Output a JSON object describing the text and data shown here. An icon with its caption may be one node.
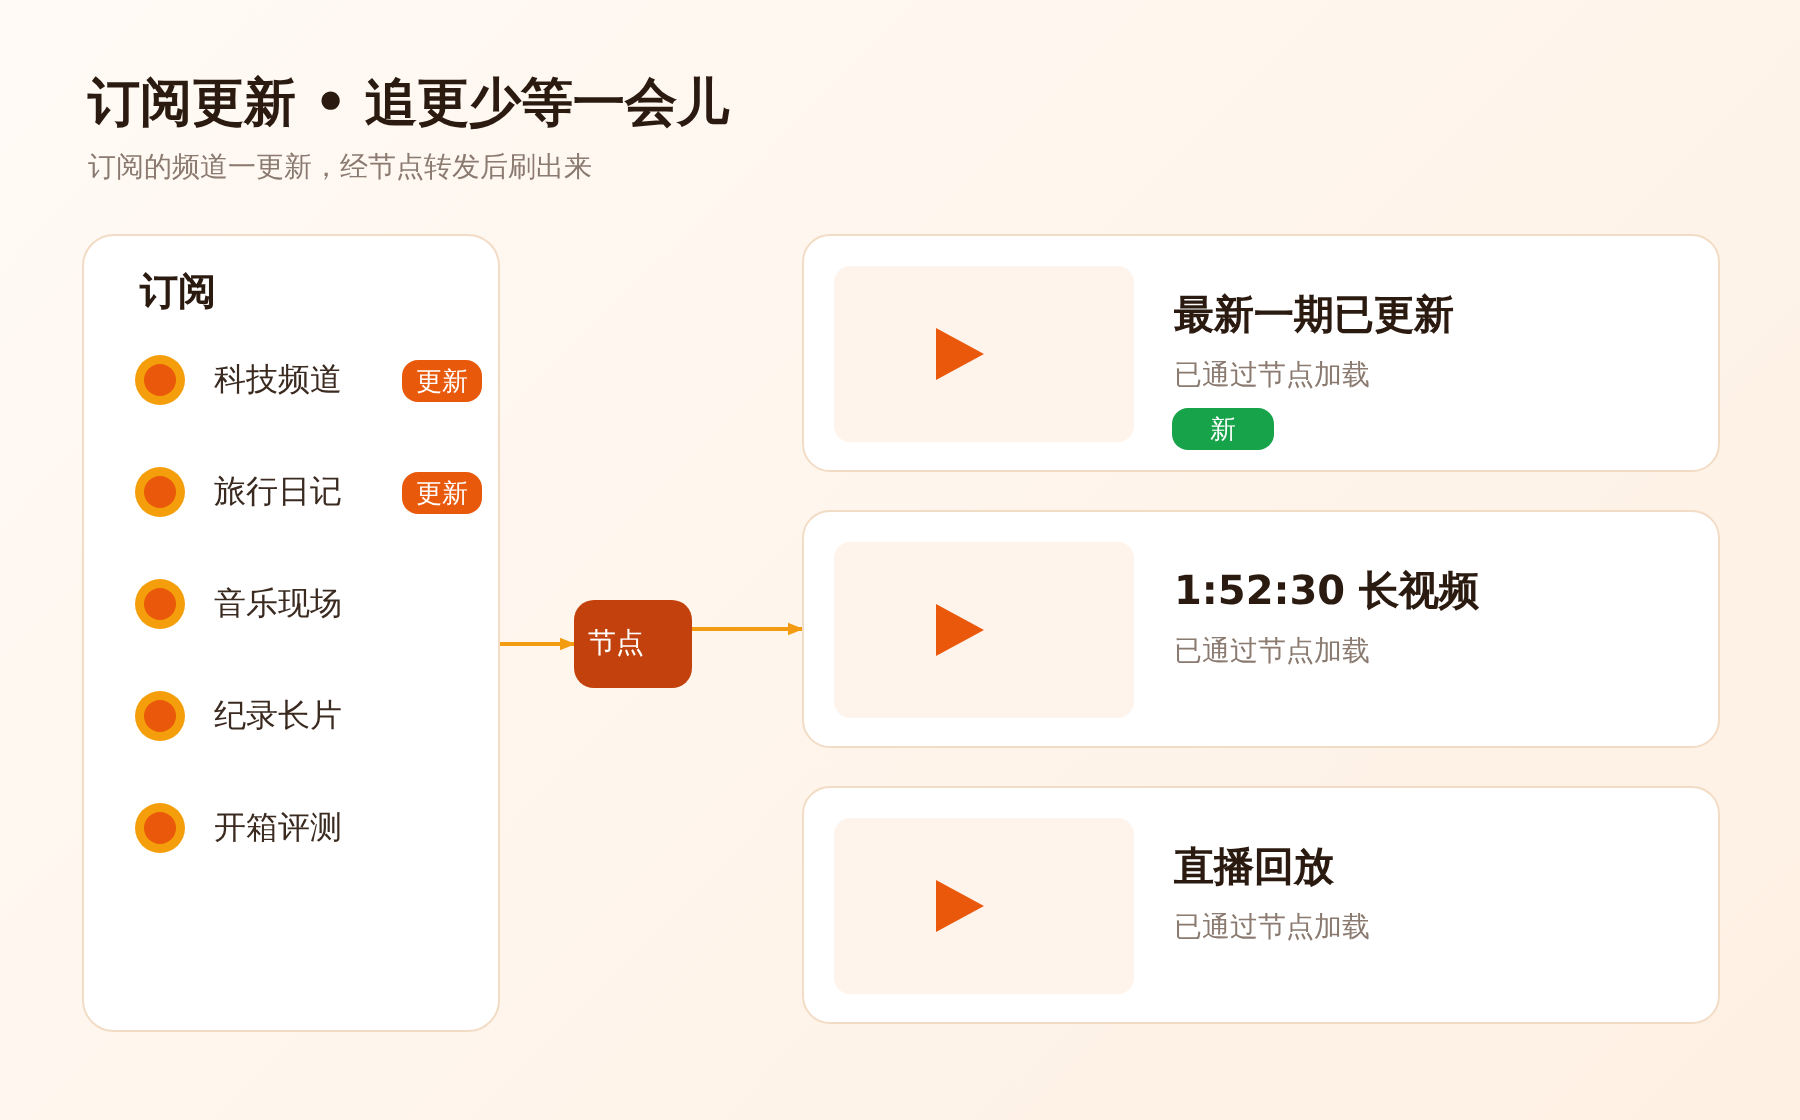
{
  "diagram": {
    "title": "订阅更新 • 追更少等一会儿",
    "nodes": [
      {
        "text": [
          "订阅"
        ]
      },
      {
        "text": [
          "更新"
        ],
        "in": 0
      },
      {
        "text": [
          "更新"
        ],
        "in": 0
      },
      {
        "text": [
          "节点"
        ]
      },
      {
        "text": [
          "最新一期已更新",
          "已通过节点加载"
        ]
      },
      {
        "text": [
          "新"
        ],
        "in": 4
      },
      {
        "text": [
          "1:52:30 长视频",
          "已通过节点加载"
        ]
      },
      {
        "text": [
          "直播回放",
          "已通过节点加载"
        ]
      }
    ],
    "edges": [
      {
        "from": 0,
        "to": 3,
        "arrow": "to"
      },
      {
        "from": 3,
        "to": 6,
        "arrow": "to"
      }
    ],
    "labels": [
      "订阅的频道一更新，经节点转发后刷出来",
      "科技频道",
      "旅行日记",
      "音乐现场",
      "纪录长片",
      "开箱评测"
    ]
  }
}
